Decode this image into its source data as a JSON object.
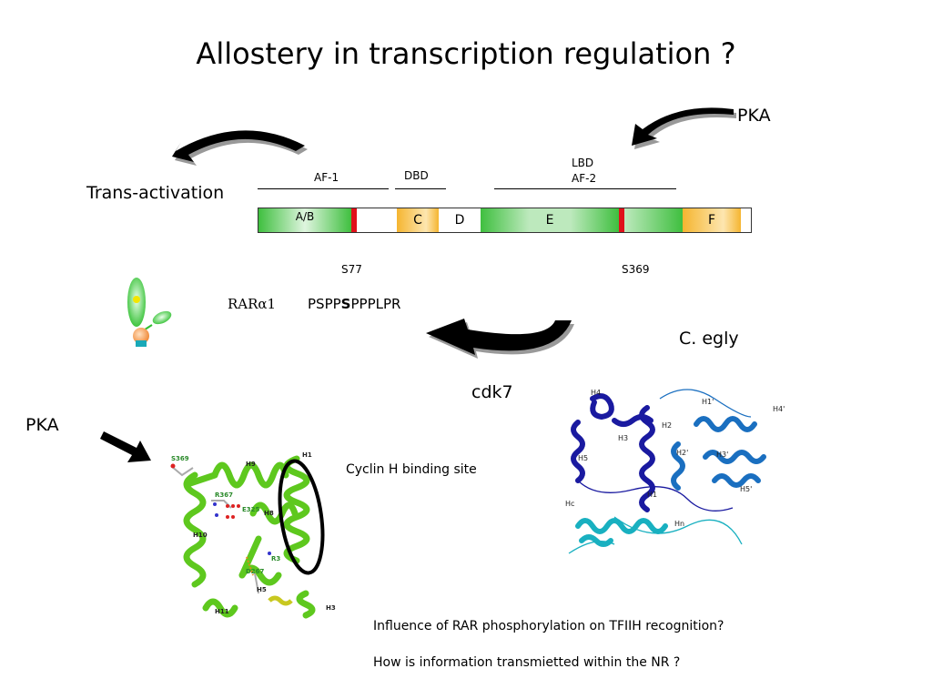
{
  "title": "Allostery in transcription regulation ?",
  "labels": {
    "pka_top": "PKA",
    "trans_activation": "Trans-activation",
    "af1": "AF-1",
    "dbd": "DBD",
    "lbd": "LBD",
    "af2": "AF-2",
    "s77": "S77",
    "s369": "S369",
    "rar_name": "RARα1",
    "seq_before": "PSPP",
    "seq_bold": "S",
    "seq_after": "PPPLPR",
    "c_egly": "C. egly",
    "cdk7": "cdk7",
    "pka_left": "PKA",
    "cyclin_h": "Cyclin H binding site",
    "influence": "Influence of  RAR phosphorylation on TFIIH recognition?",
    "how": "How  is information transmietted within the NR ?"
  },
  "domains": {
    "ab": "A/B",
    "c": "C",
    "d": "D",
    "e": "E",
    "f": "F"
  },
  "structure_left_labels": {
    "s369": "S369",
    "h9": "H9",
    "h1": "H1",
    "r367": "R367",
    "e325": "E325",
    "h8": "H8",
    "h10": "H10",
    "r3": "R3",
    "d267": "D267",
    "h5": "H5",
    "h11": "H11",
    "h3": "H3"
  },
  "structure_right_labels": {
    "h4": "H4",
    "h3": "H3",
    "h2": "H2",
    "h5": "H5",
    "h1": "H1",
    "h1p": "H1'",
    "h4p": "H4'",
    "h2p": "H2'",
    "h3p": "H3'",
    "h5p": "H5'",
    "hc": "Hc",
    "hn": "Hn"
  },
  "colors": {
    "domain_green": "#3fbf3f",
    "domain_orange": "#f5b530",
    "phospho_red": "#e0101a",
    "helix_green": "#5ec81e",
    "cyclin_navy": "#1a1aa0",
    "cyclin_blue": "#1a6fc0",
    "cyclin_cyan": "#19b0c0"
  }
}
